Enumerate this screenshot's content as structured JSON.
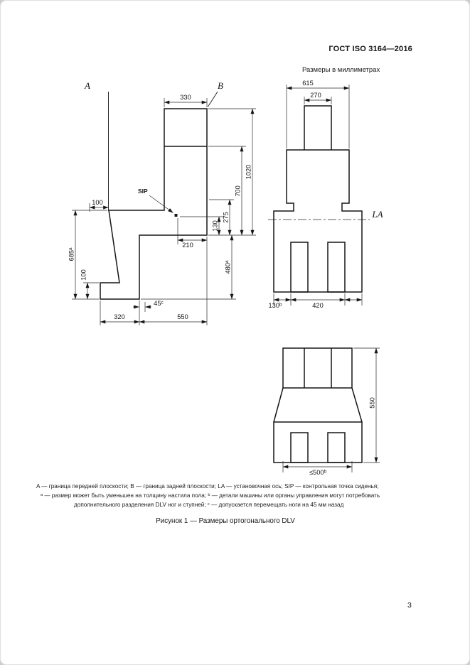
{
  "page": {
    "header": "ГОСТ ISO 3164—2016",
    "units_note": "Размеры в миллиметрах",
    "caption": "Рисунок 1 — Размеры ортогонального DLV",
    "page_number": "3"
  },
  "side_view": {
    "front_plane_label": "A",
    "rear_plane_label": "B",
    "sip_label": "SIP",
    "dim_head_width": "330",
    "dim_knee_clearance": "100",
    "dim_overall_height": "1020",
    "dim_back_height": "700",
    "dim_275": "275",
    "dim_sip_height": "130",
    "dim_sip_to_rear": "210",
    "dim_seat_to_floor": "685ᵃ",
    "dim_foot_height": "100",
    "dim_foot_length": "320",
    "dim_seat_depth": "550",
    "dim_foot_shift": "45ᶜ",
    "dim_under_seat_height": "480ᵃ"
  },
  "front_view": {
    "axis_label": "LA",
    "dim_shoulder_width": "615",
    "dim_head_width": "270",
    "dim_side_margin": "130ᵇ",
    "dim_legs_span": "420"
  },
  "bottom_view": {
    "dim_height": "550",
    "dim_max_width": "≤500ᵇ"
  },
  "footnotes": {
    "line1": "A — граница передней плоскости; B — граница задней плоскости; LA — установочная ось; SIP — контрольная точка сиденья;",
    "line2": "ᵃ — размер может быть уменьшен на толщину настила пола; ᵇ — детали машины или органы управления могут потребовать",
    "line3": "дополнительного разделения DLV ног и ступней; ᶜ — допускается перемещать ноги на 45 мм назад"
  }
}
